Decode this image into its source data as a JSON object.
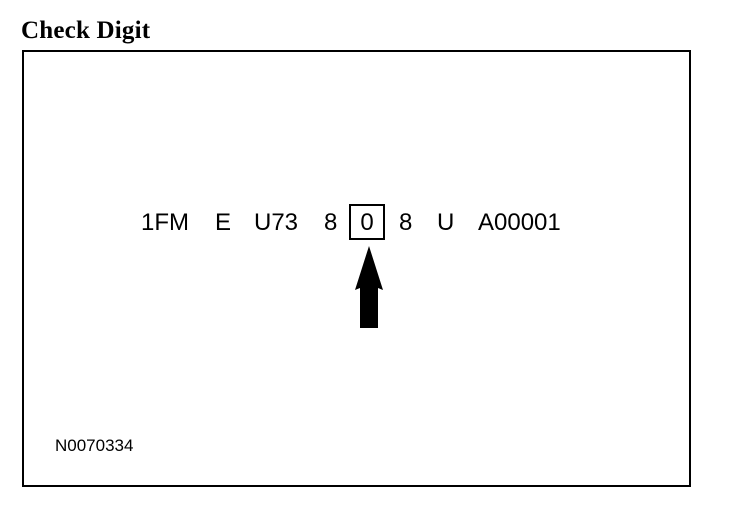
{
  "title": "Check Digit",
  "vin": {
    "segments": [
      "1FM",
      "E",
      "U73",
      "8",
      "0",
      "8",
      "U",
      "A00001"
    ],
    "check_digit": "0"
  },
  "figure_id": "N0070334"
}
